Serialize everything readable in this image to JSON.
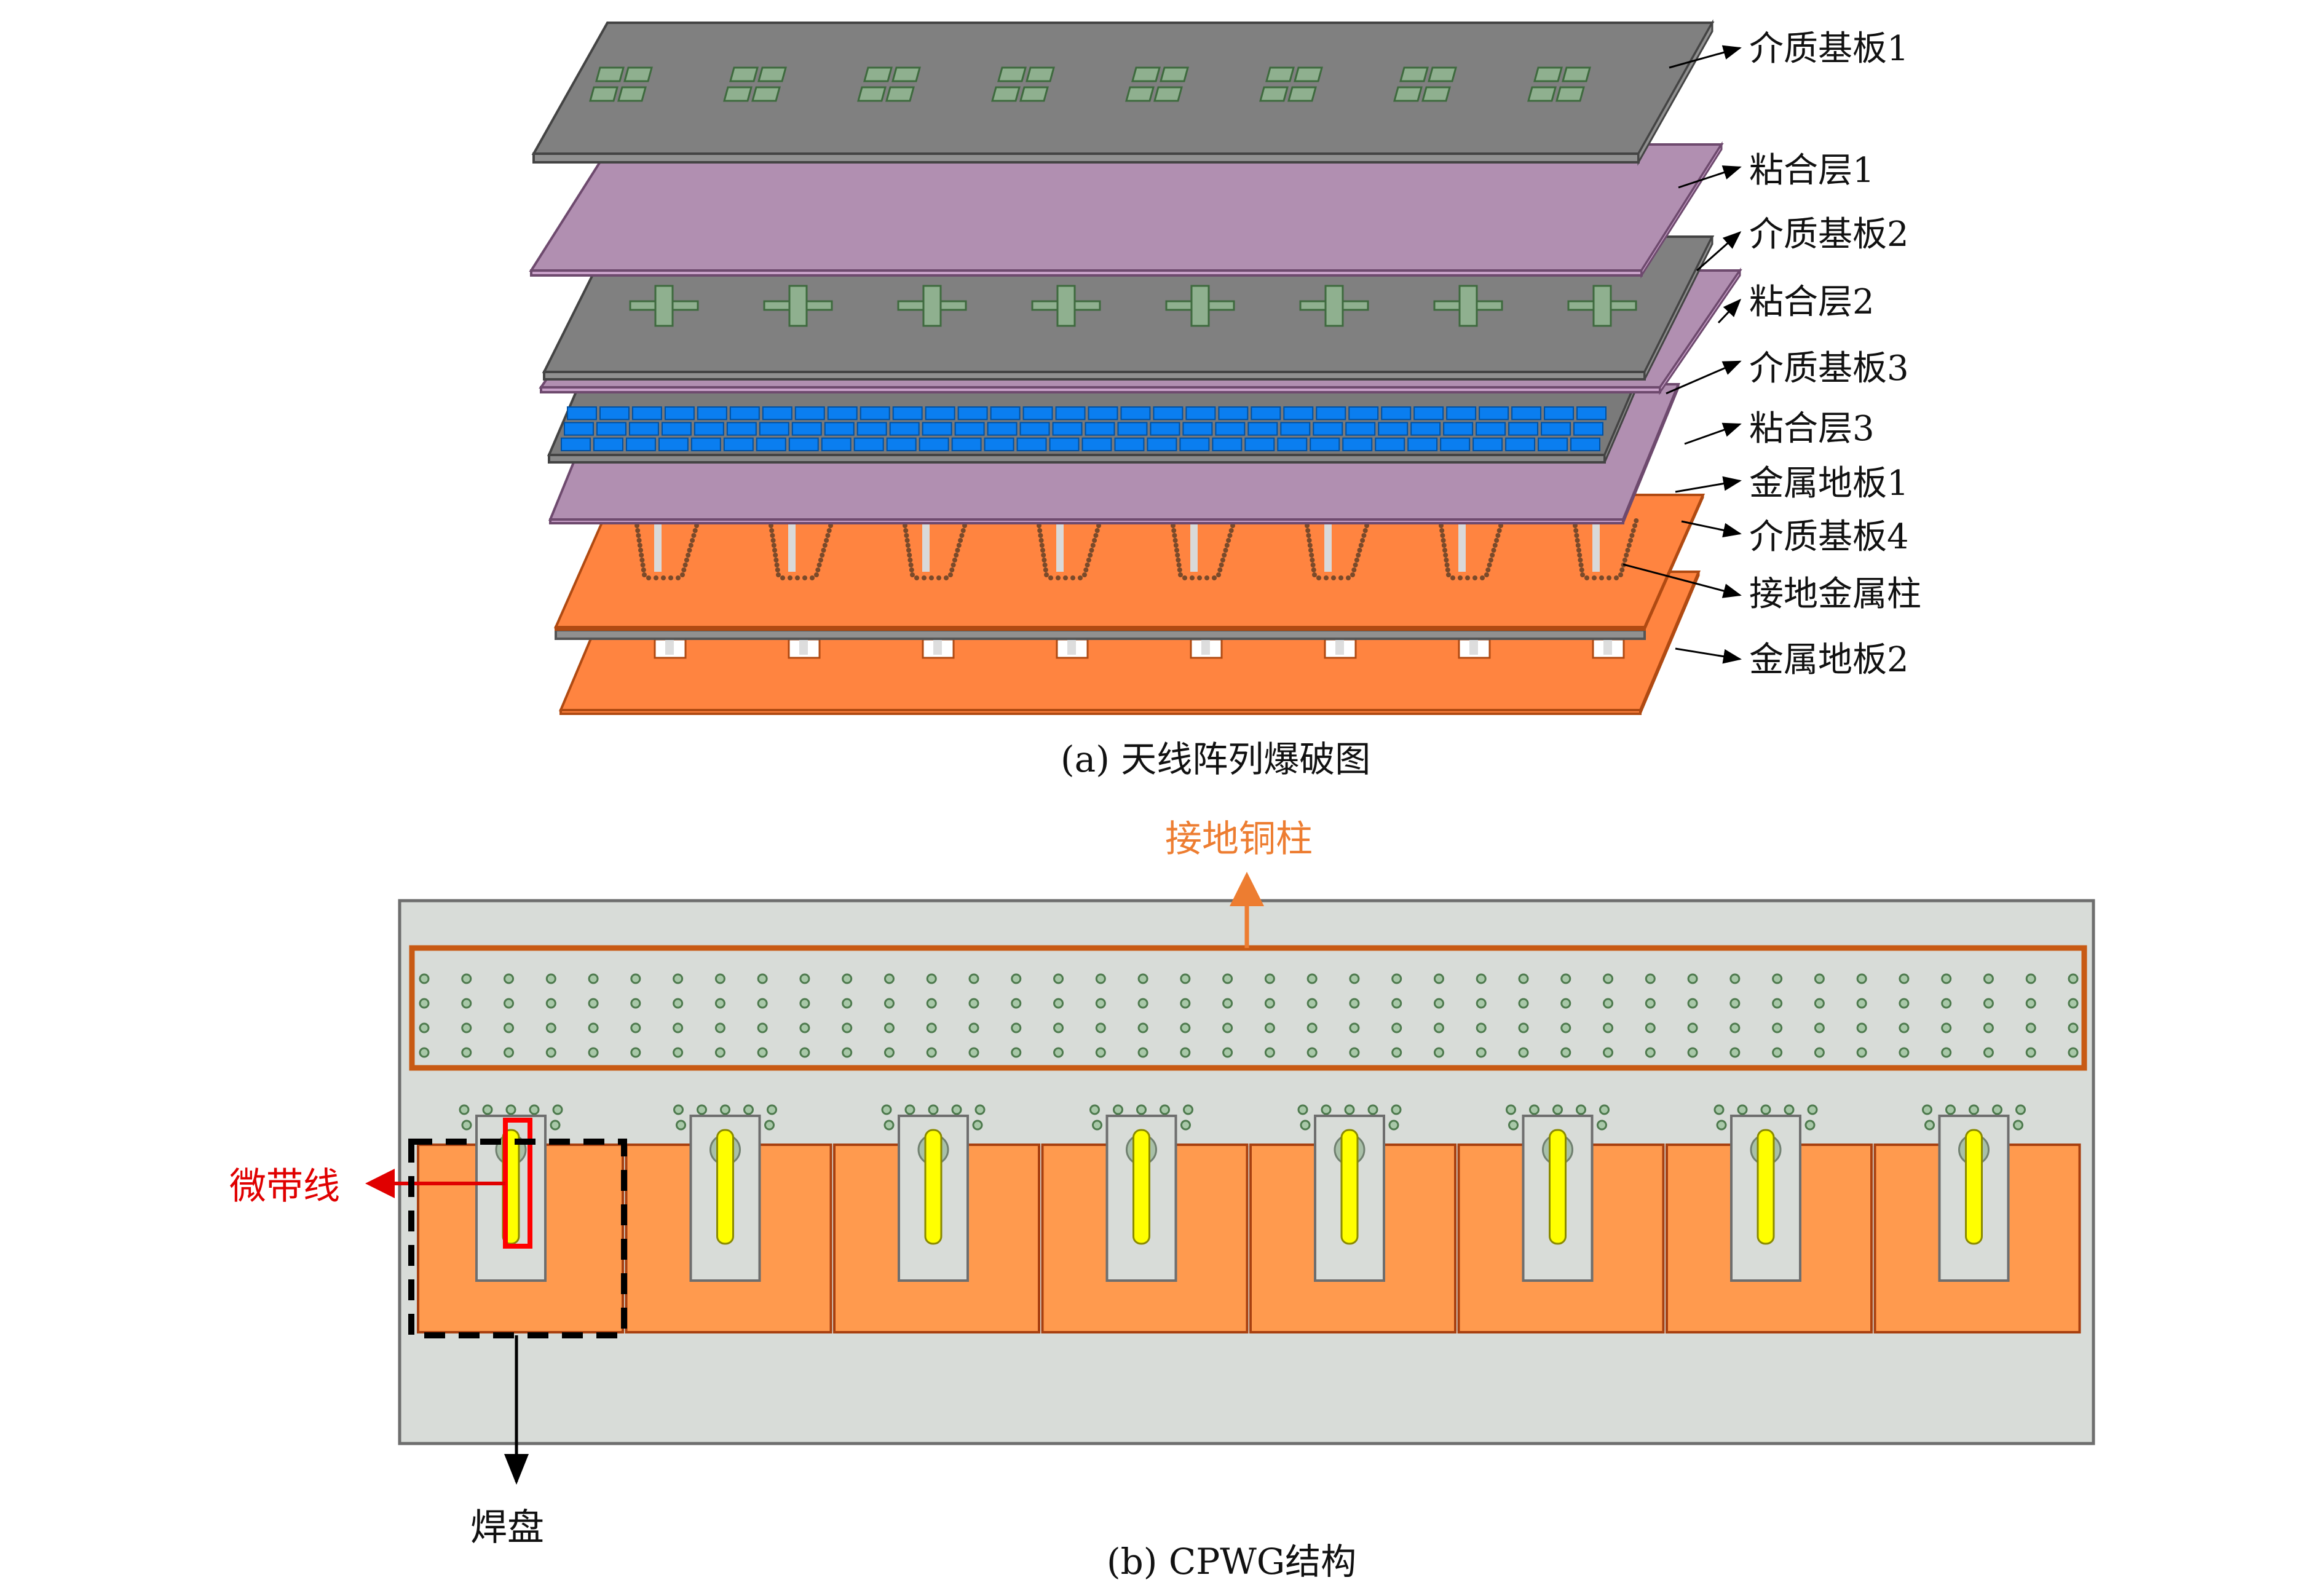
{
  "figure": {
    "panel_a": {
      "caption": "(a) 天线阵列爆破图",
      "layers": [
        {
          "label": "介质基板1",
          "material": "dielectric",
          "color": "#808080",
          "pattern": "patch-quads"
        },
        {
          "label": "粘合层1",
          "material": "bond",
          "color": "#b18fb1"
        },
        {
          "label": "介质基板2",
          "material": "dielectric",
          "color": "#808080",
          "pattern": "cross-feeds"
        },
        {
          "label": "粘合层2",
          "material": "bond",
          "color": "#b18fb1"
        },
        {
          "label": "介质基板3",
          "material": "dielectric",
          "color": "#0a7ef0",
          "pattern": "blue-grid"
        },
        {
          "label": "粘合层3",
          "material": "bond",
          "color": "#b18fb1"
        },
        {
          "label": "金属地板1",
          "material": "metal",
          "color": "#ff8440"
        },
        {
          "label": "介质基板4",
          "material": "dielectric",
          "color": "#909090"
        },
        {
          "label": "接地金属柱",
          "material": "via",
          "color": "#cccccc"
        },
        {
          "label": "金属地板2",
          "material": "metal",
          "color": "#ff8440"
        }
      ],
      "element_count": 8,
      "blue_grid_columns": 32,
      "blue_grid_rows": 3
    },
    "panel_b": {
      "caption": "(b) CPWG结构",
      "via_region_label": "接地铜柱",
      "microstrip_label": "微带线",
      "pad_label": "焊盘",
      "via_rows": 4,
      "via_columns": 40,
      "pad_count": 8,
      "colors": {
        "board": "#d8dcd8",
        "via_box": "#c85a14",
        "pad": "#ff9a4e",
        "microstrip": "#ffff00",
        "highlight": "#ff0000",
        "via_region_label": "#ed7d31",
        "microstrip_label": "#e00000"
      }
    }
  }
}
